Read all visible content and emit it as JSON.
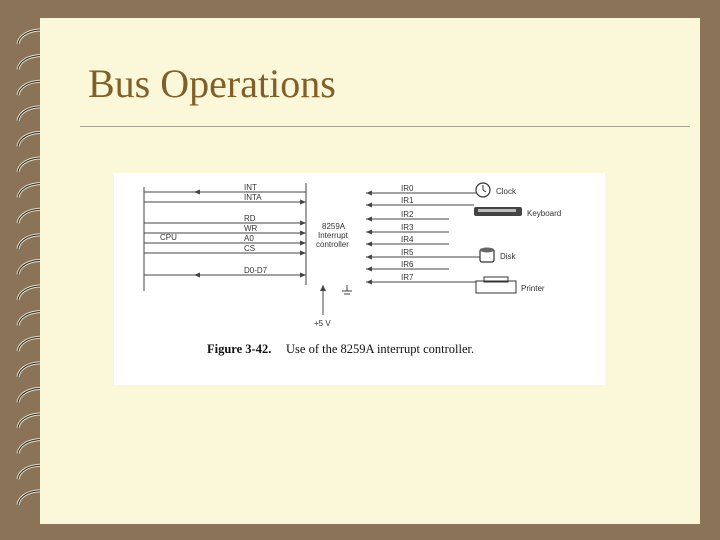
{
  "slide": {
    "title": "Bus Operations"
  },
  "figure": {
    "cpu_label": "CPU",
    "cpu_lines": [
      "INT",
      "INTA",
      "RD",
      "WR",
      "A0",
      "CS",
      "D0-D7"
    ],
    "controller_label": [
      "8259A",
      "Interrupt",
      "controller"
    ],
    "power_label": "+5 V",
    "irq_lines": [
      "IR0",
      "IR1",
      "IR2",
      "IR3",
      "IR4",
      "IR5",
      "IR6",
      "IR7"
    ],
    "devices": [
      {
        "name": "Clock",
        "icon": "clock-icon"
      },
      {
        "name": "Keyboard",
        "icon": "keyboard-icon"
      },
      {
        "name": "Disk",
        "icon": "disk-icon"
      },
      {
        "name": "Printer",
        "icon": "printer-icon"
      }
    ],
    "caption_number": "Figure 3-42.",
    "caption_text": "Use of the 8259A interrupt controller."
  }
}
